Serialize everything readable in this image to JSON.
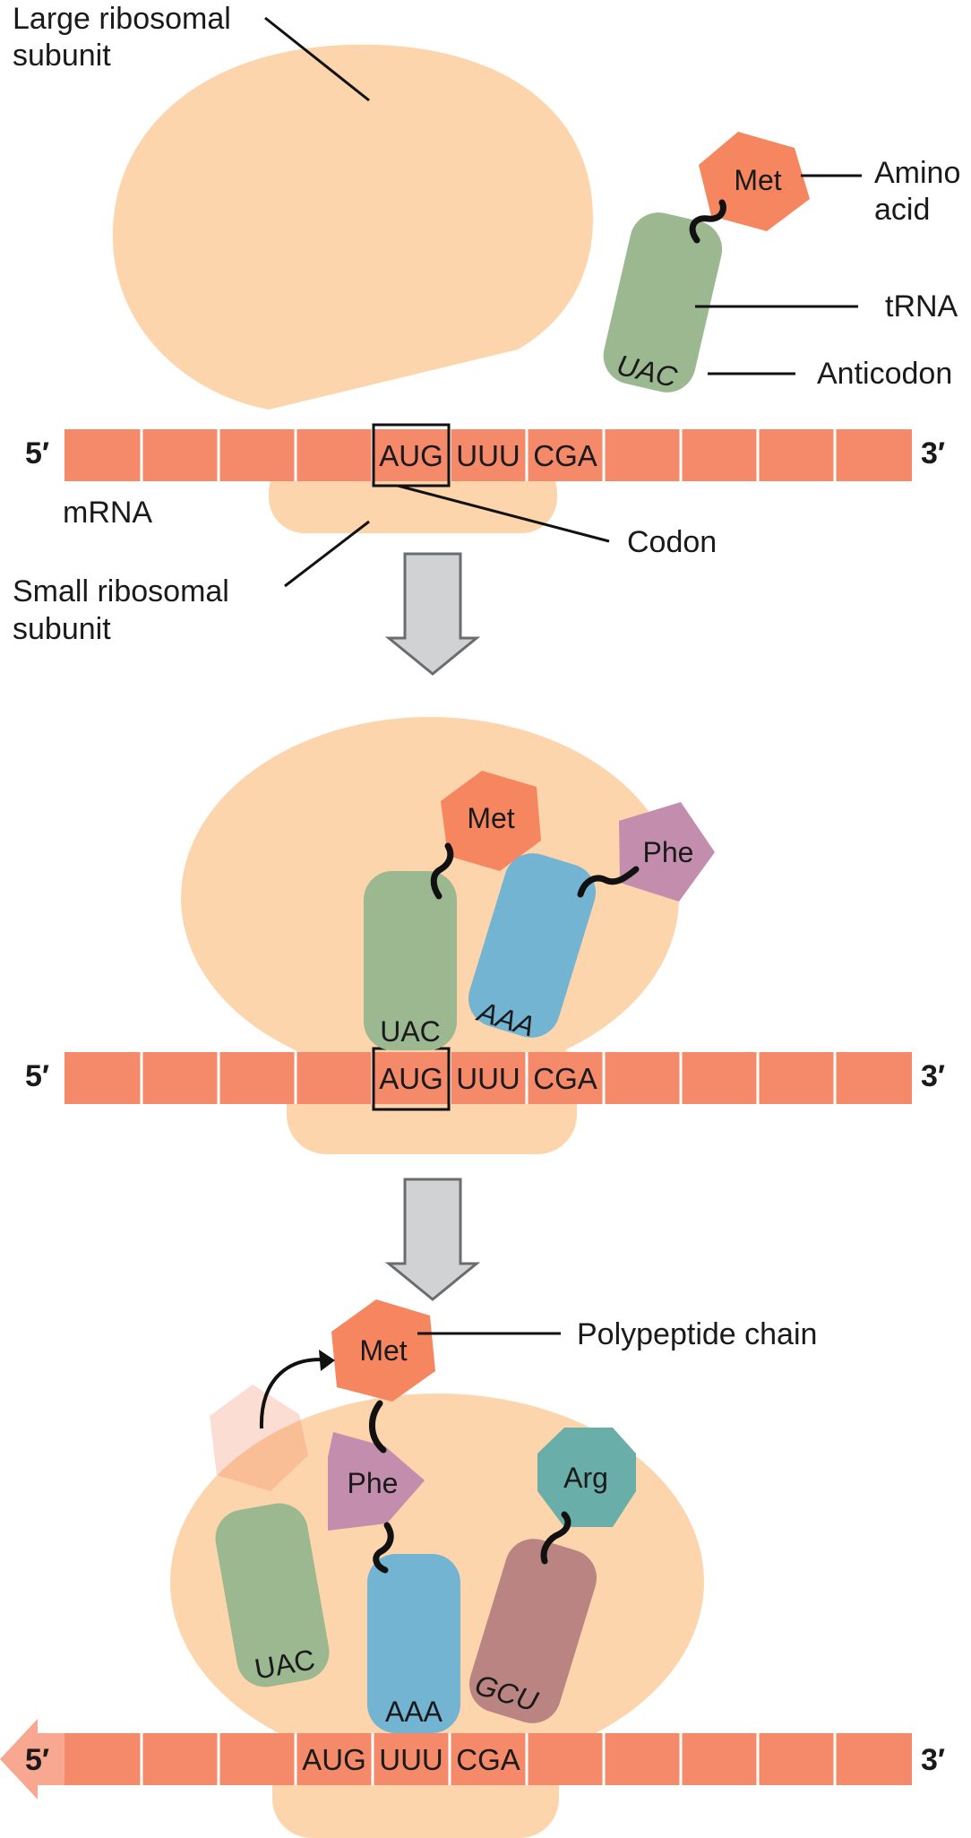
{
  "colors": {
    "ribosome": "#fdd5ac",
    "mrna": "#f58a6b",
    "met": "#f58660",
    "phe": "#c38dae",
    "arg": "#6aaeaa",
    "trna_green": "#9bb890",
    "trna_blue": "#74b4d3",
    "trna_brown": "#b98482",
    "arrow": "#d1d2d4"
  },
  "labels": {
    "large_subunit": [
      "Large ribosomal",
      "subunit"
    ],
    "small_subunit": [
      "Small ribosomal",
      "subunit"
    ],
    "amino_acid": [
      "Amino",
      "acid"
    ],
    "trna": "tRNA",
    "anticodon": "Anticodon",
    "mrna": "mRNA",
    "codon": "Codon",
    "polypeptide": "Polypeptide chain",
    "five_prime": "5′",
    "three_prime": "3′"
  },
  "codons": [
    "AUG",
    "UUU",
    "CGA"
  ],
  "amino_acids": {
    "met": "Met",
    "phe": "Phe",
    "arg": "Arg"
  },
  "anticodons": {
    "uac": "UAC",
    "aaa": "AAA",
    "gcu": "GCU"
  }
}
